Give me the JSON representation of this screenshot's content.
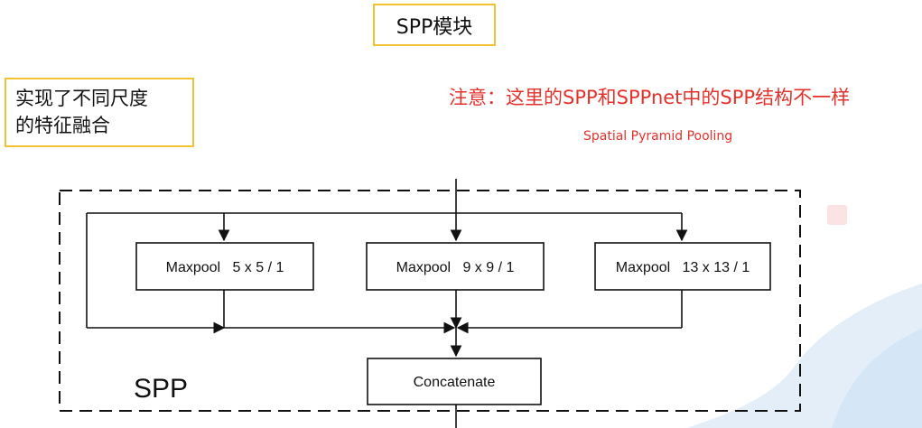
{
  "title": "SPP模块",
  "note": {
    "line1": "实现了不同尺度",
    "line2": "的特征融合"
  },
  "red_note": "注意：这里的SPP和SPPnet中的SPP结构不一样",
  "red_subtitle": "Spatial Pyramid Pooling",
  "diagram": {
    "container_label": "SPP",
    "maxpool_boxes": [
      {
        "label": "Maxpool   5 x 5 / 1"
      },
      {
        "label": "Maxpool   9 x 9 / 1"
      },
      {
        "label": "Maxpool   13 x 13 / 1"
      }
    ],
    "concat_label": "Concatenate"
  },
  "colors": {
    "highlight_border": "#f2c230",
    "note_red": "#e4312b",
    "line": "#111111"
  }
}
